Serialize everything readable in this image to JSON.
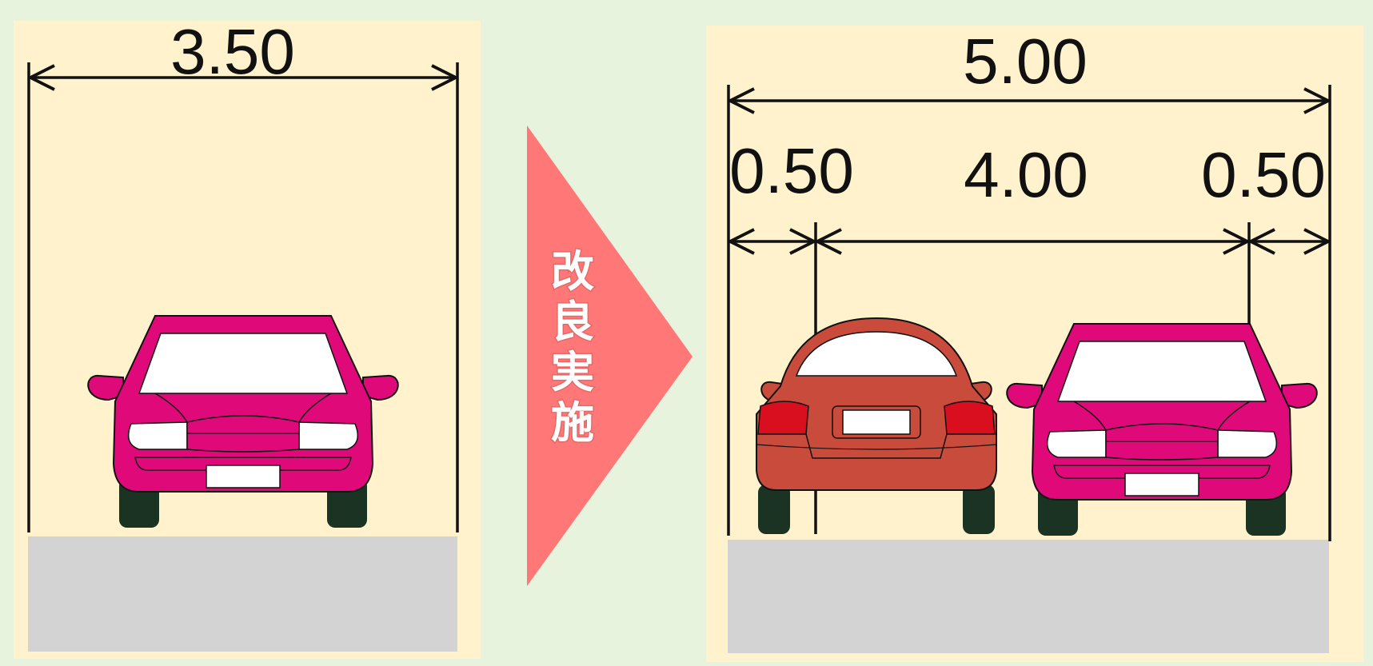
{
  "diagram": {
    "before": {
      "width_label": "3.50"
    },
    "transition": {
      "label_chars": [
        "改",
        "良",
        "実",
        "施"
      ]
    },
    "after": {
      "total_width_label": "5.00",
      "left_margin_label": "0.50",
      "center_width_label": "4.00",
      "right_margin_label": "0.50"
    }
  },
  "colors": {
    "background": "#e7f3dc",
    "panel": "#fff2cc",
    "road": "#d3d3d3",
    "arrow": "#ff7777",
    "car_front": "#e0097a",
    "car_rear": "#c94b3c",
    "tail_light": "#d90f1f",
    "tire": "#1a3322",
    "line": "#111111"
  }
}
